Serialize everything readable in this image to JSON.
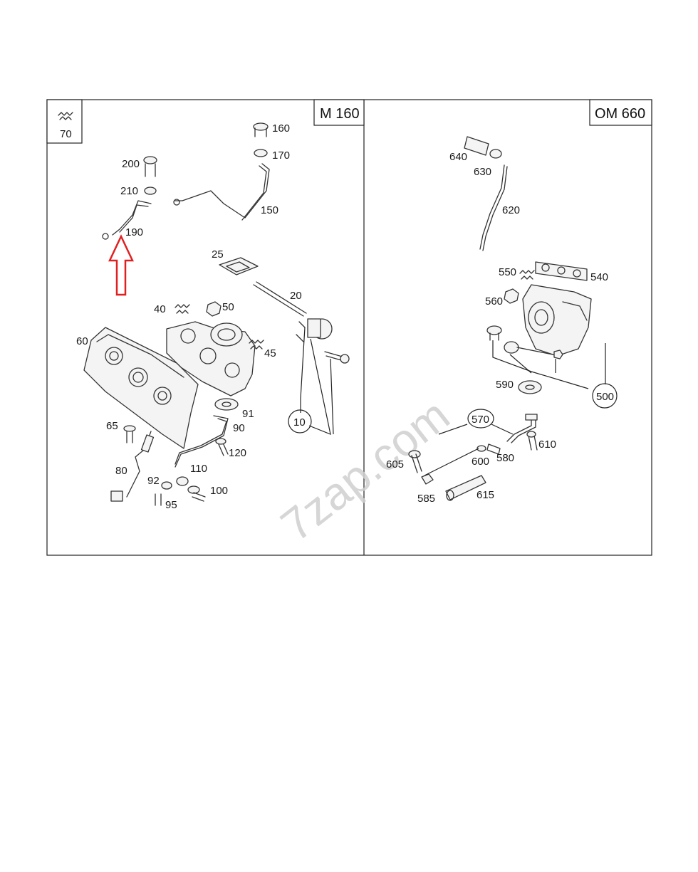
{
  "panels": {
    "left_title": "M 160",
    "right_title": "OM 660",
    "corner_ref": "70"
  },
  "watermark": "7zap.com",
  "callouts": {
    "left": [
      "160",
      "170",
      "150",
      "200",
      "210",
      "190",
      "25",
      "20",
      "40",
      "50",
      "60",
      "45",
      "91",
      "90",
      "10",
      "65",
      "120",
      "80",
      "110",
      "92",
      "100",
      "95"
    ],
    "right": [
      "640",
      "630",
      "620",
      "550",
      "540",
      "560",
      "590",
      "500",
      "570",
      "610",
      "580",
      "605",
      "600",
      "585",
      "615"
    ]
  },
  "arrow_color": "#e02020",
  "line_color": "#222222"
}
